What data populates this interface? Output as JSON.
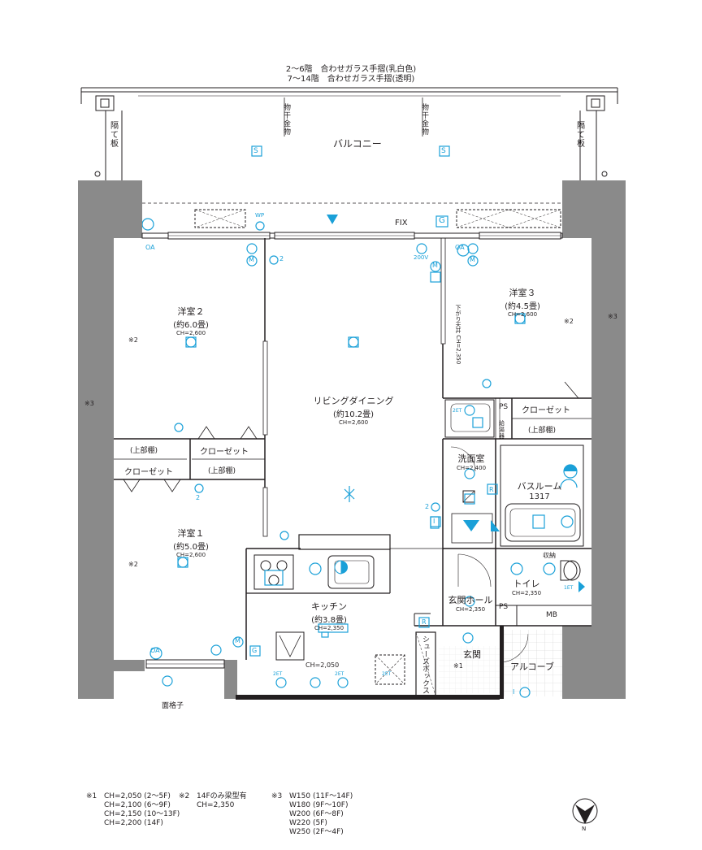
{
  "balcony": {
    "railing_line1": "2〜6階　合わせガラス手摺(乳白色)",
    "railing_line2": "7〜14階　合わせガラス手摺(透明)",
    "name": "バルコニー",
    "partition_left": "隔て板",
    "partition_right": "隔て板",
    "dryer_left": "物干金物",
    "dryer_right": "物干金物"
  },
  "rooms": {
    "western2": {
      "name": "洋室２",
      "size": "(約6.0畳)",
      "ch": "CH=2,600"
    },
    "western3": {
      "name": "洋室３",
      "size": "(約4.5畳)",
      "ch": "CH=2,600"
    },
    "western1": {
      "name": "洋室１",
      "size": "(約5.0畳)",
      "ch": "CH=2,600"
    },
    "living": {
      "name": "リビングダイニング",
      "size": "(約10.2畳)",
      "ch": "CH=2,600"
    },
    "kitchen": {
      "name": "キッチン",
      "size": "(約3.8畳)",
      "ch": "CH=2,350"
    },
    "washroom": {
      "name": "洗面室",
      "ch": "CH=2,400"
    },
    "bathroom": {
      "name": "バスルーム",
      "size": "1317"
    },
    "toilet": {
      "name": "トイレ",
      "ch": "CH=2,350"
    },
    "hall": {
      "name": "玄関ホール",
      "ch": "CH=2,350"
    },
    "entrance": {
      "name": "玄関"
    },
    "alcove": {
      "name": "アルコーブ"
    },
    "shoebox": {
      "name": "シューズボックス"
    }
  },
  "storage": {
    "upper_left": "(上部棚)",
    "closet_left_a": "クローゼット",
    "closet_left_b": "クローゼット",
    "upper_left_b": "(上部棚)",
    "closet_right": "クローゼット",
    "upper_right": "(上部棚)",
    "toilet_storage": "収納",
    "water_heater": "給湯器",
    "ps_top": "PS",
    "ps_bottom": "PS",
    "mb": "MB"
  },
  "marks": {
    "fix": "FIX",
    "oa": "OA",
    "wp": "WP",
    "v200": "200V",
    "ceiling_drop": "下がり天井",
    "ceiling_drop_ch": "CH=2,350",
    "kitchen_ceiling": "CH=2,050",
    "note1": "※1",
    "note2": "※2",
    "note3": "※3",
    "lattice": "面格子",
    "s": "S",
    "g": "G",
    "r": "R",
    "m": "M",
    "i": "I",
    "two": "2",
    "et2": "2ET",
    "et1": "1ET",
    "north": "N"
  },
  "notes": [
    {
      "key": "※1",
      "lines": [
        "CH=2,050 (2〜5F)",
        "CH=2,100 (6〜9F)",
        "CH=2,150 (10〜13F)",
        "CH=2,200 (14F)"
      ]
    },
    {
      "key": "※2",
      "lines": [
        "14Fのみ梁型有",
        "CH=2,350"
      ]
    },
    {
      "key": "※3",
      "lines": [
        "W150 (11F〜14F)",
        "W180 (9F〜10F)",
        "W200 (6F〜8F)",
        "W220 (5F)",
        "W250 (2F〜4F)"
      ]
    }
  ],
  "colors": {
    "wall": "#8a8a8a",
    "line": "#231f20",
    "symbol": "#1aa0d8",
    "tile": "#c9c9c9"
  }
}
